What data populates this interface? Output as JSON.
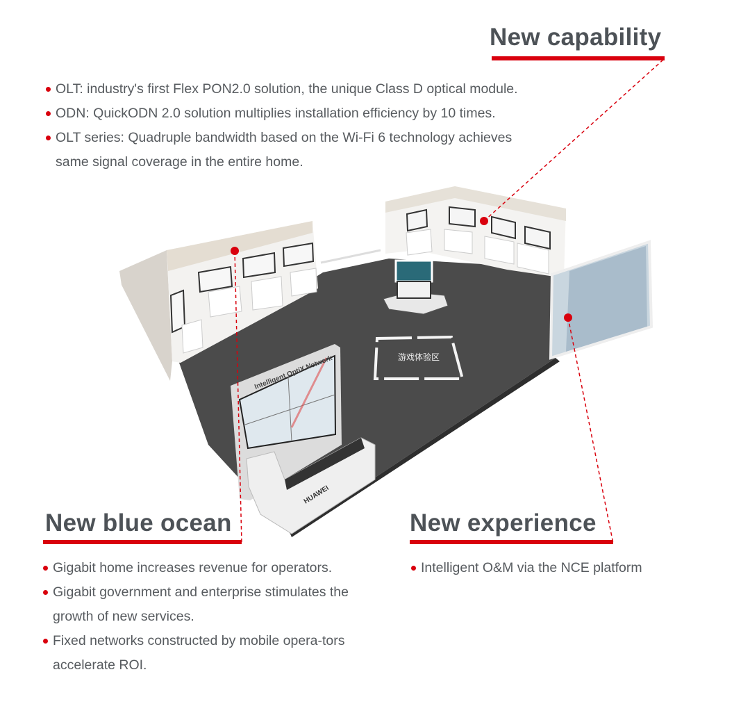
{
  "sections": {
    "capability": {
      "title": "New capability",
      "items": [
        "OLT: industry's first Flex PON2.0 solution, the unique Class D optical module.",
        "ODN: QuickODN 2.0 solution multiplies installation efficiency by 10 times.",
        "OLT series: Quadruple bandwidth based on the Wi-Fi 6 technology achieves same signal coverage in the entire home."
      ]
    },
    "blue_ocean": {
      "title": "New blue ocean",
      "items": [
        "Gigabit home increases revenue for operators.",
        "Gigabit government and enterprise stimulates the growth of new services.",
        "Fixed networks constructed by mobile opera-tors accelerate ROI."
      ]
    },
    "experience": {
      "title": "New experience",
      "items": [
        "Intelligent O&M via the NCE platform"
      ]
    }
  },
  "scene": {
    "kiosk_label": "Intelligent OptiX Network",
    "game_zone_label": "游戏体验区",
    "brand": "HUAWEI"
  },
  "colors": {
    "accent": "#d9000d",
    "heading": "#4d5257",
    "text": "#575b5f",
    "floor": "#4a4a4a"
  }
}
